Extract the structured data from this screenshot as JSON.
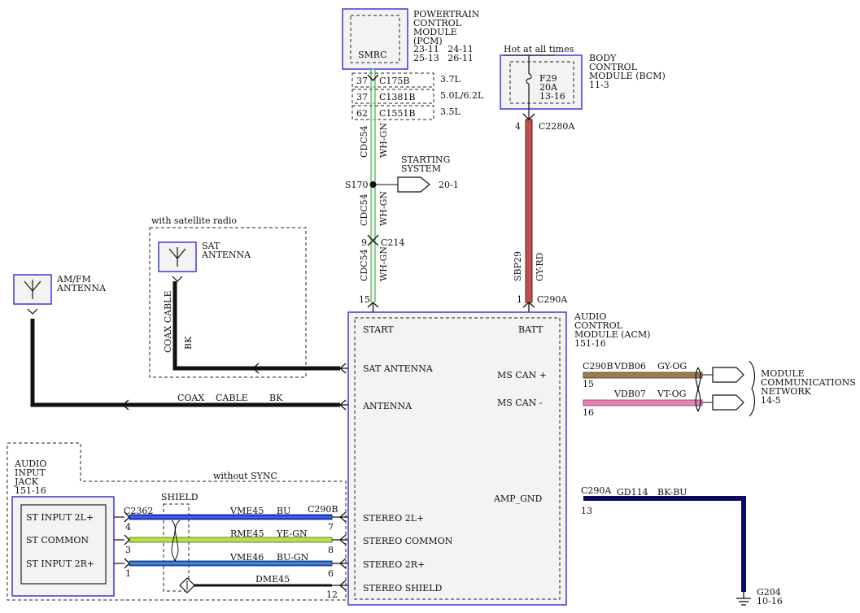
{
  "colors": {
    "box_border": "#3a3ad6",
    "box_fill": "#f3f3f3",
    "wire_black": "#111111",
    "wire_wh_gn": "#2e9a2e",
    "wire_gy_rd": "#c0504d",
    "wire_gy_og": "#9a7c4f",
    "wire_vt_og": "#e681b4",
    "wire_bu": "#1f3fd8",
    "wire_ye_gn": "#b8e04a",
    "wire_bu_gn": "#2a5fd0",
    "wire_bk_bu": "#0b0b60"
  },
  "pcm": {
    "title_lines": [
      "POWERTRAIN",
      "CONTROL",
      "MODULE",
      "(PCM)"
    ],
    "refs": [
      "23-11   24-11",
      "25-13   26-11"
    ],
    "inner_label": "SMRC"
  },
  "connectors_pcm": [
    {
      "pin": "37",
      "name": "C175B",
      "engine": "3.7L"
    },
    {
      "pin": "37",
      "name": "C1381B",
      "engine": "5.0L/6.2L"
    },
    {
      "pin": "62",
      "name": "C1551B",
      "engine": "3.5L"
    }
  ],
  "bcm": {
    "hot_label": "Hot at all times",
    "title_lines": [
      "BODY",
      "CONTROL",
      "MODULE (BCM)",
      "11-3"
    ],
    "fuse_lines": [
      "F29",
      "20A",
      "13-16"
    ],
    "pin": "4",
    "connector": "C2280A"
  },
  "start_circuit": {
    "circuit": "CDC54",
    "color": "WH-GN",
    "splice": "S170",
    "starting_system_lines": [
      "STARTING",
      "SYSTEM"
    ],
    "starting_ref": "20-1",
    "c214_pin": "9",
    "c214": "C214",
    "acm_pin": "15"
  },
  "batt_circuit": {
    "circuit": "SBP29",
    "color": "GY-RD",
    "acm_pin": "1",
    "acm_connector": "C290A"
  },
  "sat": {
    "group_label": "with satellite radio",
    "antenna_lines": [
      "SAT",
      "ANTENNA"
    ],
    "cable_label": "COAX CABLE",
    "cable_color": "BK"
  },
  "amfm": {
    "antenna_lines": [
      "AM/FM",
      "ANTENNA"
    ],
    "cable_words": [
      "COAX",
      "CABLE",
      "BK"
    ]
  },
  "acm": {
    "title_lines": [
      "AUDIO",
      "CONTROL",
      "MODULE (ACM)",
      "151-16"
    ],
    "start": "START",
    "batt": "BATT",
    "sat_antenna": "SAT ANTENNA",
    "antenna": "ANTENNA",
    "ms_can_plus": "MS CAN +",
    "ms_can_minus": "MS CAN -",
    "amp_gnd": "AMP_GND",
    "stereo_2l": "STEREO 2L+",
    "stereo_common": "STEREO COMMON",
    "stereo_2r": "STEREO 2R+",
    "stereo_shield": "STEREO SHIELD"
  },
  "can": {
    "connector": "C290B",
    "plus_pin": "15",
    "plus_circuit": "VDB06",
    "plus_color": "GY-OG",
    "minus_pin": "16",
    "minus_circuit": "VDB07",
    "minus_color": "VT-OG",
    "network_lines": [
      "MODULE",
      "COMMUNICATIONS",
      "NETWORK",
      "14-5"
    ]
  },
  "ground": {
    "connector": "C290A",
    "pin": "13",
    "circuit": "GD114",
    "color": "BK-BU",
    "g_label": "G204",
    "g_ref": "10-16"
  },
  "jack": {
    "title_lines": [
      "AUDIO",
      "INPUT",
      "JACK",
      "151-16"
    ],
    "group_label": "without SYNC",
    "shield_label": "SHIELD",
    "connector": "C2362",
    "pins": [
      "ST INPUT 2L+",
      "ST COMMON",
      "ST INPUT 2R+"
    ],
    "pin_nums": [
      "4",
      "3",
      "1"
    ],
    "acm_connector": "C290B",
    "wires": [
      {
        "circuit": "VME45",
        "color": "BU",
        "acm_pin": "7"
      },
      {
        "circuit": "RME45",
        "color": "YE-GN",
        "acm_pin": "8"
      },
      {
        "circuit": "VME46",
        "color": "BU-GN",
        "acm_pin": "6"
      }
    ],
    "shield_circuit": "DME45",
    "shield_pin": "12"
  }
}
